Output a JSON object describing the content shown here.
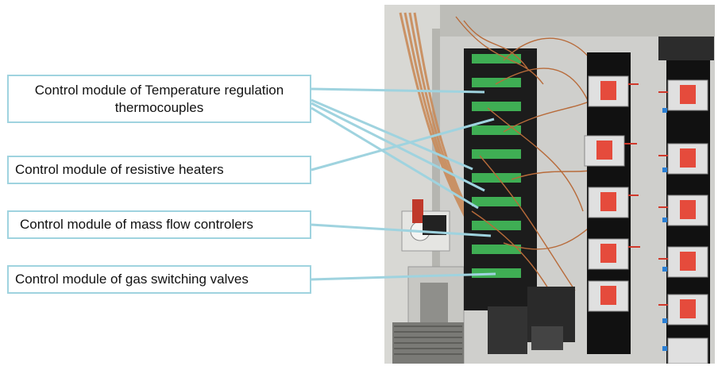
{
  "callouts": {
    "temperature_line1": "Control module of Temperature regulation",
    "temperature_line2": "thermocouples",
    "heaters": "Control module of resistive heaters",
    "mass_flow": "Control module of mass flow controlers",
    "gas_valves": "Control module of gas switching valves"
  },
  "colors": {
    "callout_border": "#9fd3df",
    "leader_line": "#9fd3df",
    "cabinet_wall": "#d9d9d6",
    "relay_body": "#e0e0e0",
    "relay_label": "#e54b3c"
  }
}
